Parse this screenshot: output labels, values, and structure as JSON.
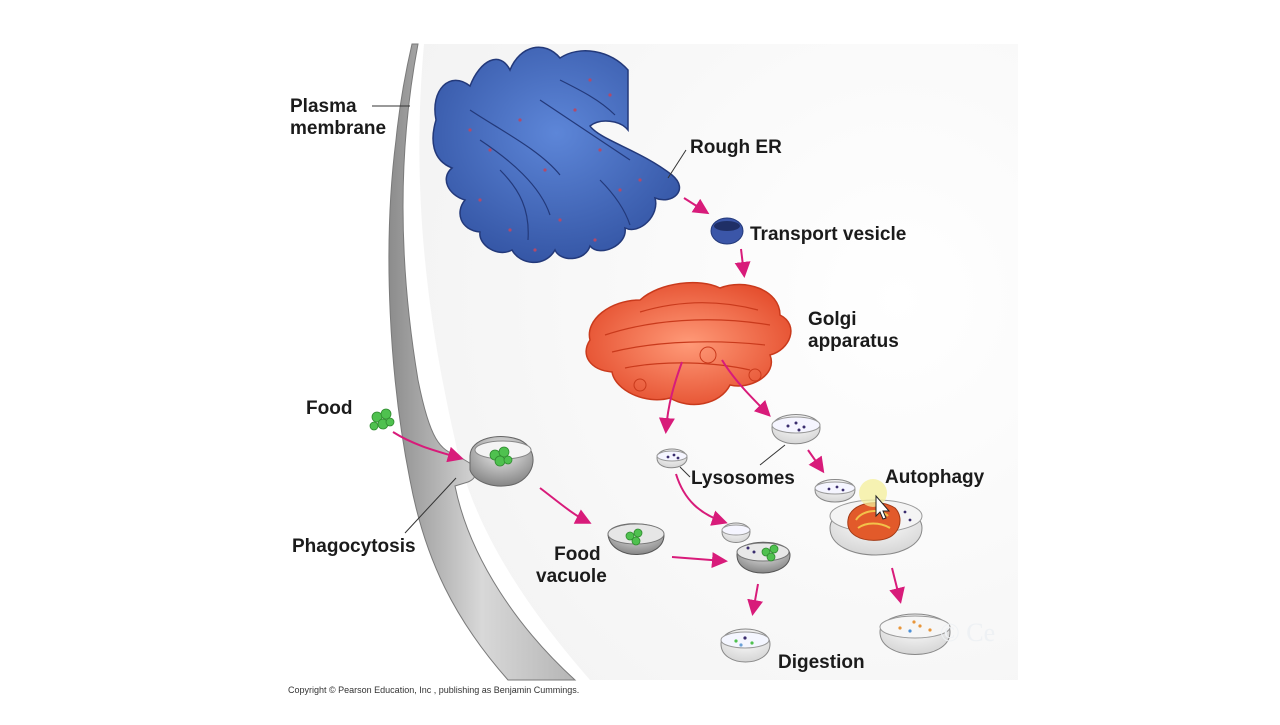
{
  "labels": {
    "plasma_membrane": [
      "Plasma",
      "membrane"
    ],
    "rough_er": "Rough ER",
    "transport_vesicle": "Transport vesicle",
    "golgi": [
      "Golgi",
      "apparatus"
    ],
    "food": "Food",
    "lysosomes": "Lysosomes",
    "autophagy": "Autophagy",
    "phagocytosis": "Phagocytosis",
    "food_vacuole": [
      "Food",
      "vacuole"
    ],
    "digestion": "Digestion"
  },
  "copyright": "Copyright © Pearson Education, Inc , publishing as Benjamin Cummings.",
  "watermark": "© Ce",
  "colors": {
    "er": "#4a6fc0",
    "golgi": "#f06a48",
    "arrow": "#d81b7a",
    "food": "#4fc14f",
    "vesicle_dots": "#3a2d6e",
    "membrane": "#c9c9c9"
  }
}
